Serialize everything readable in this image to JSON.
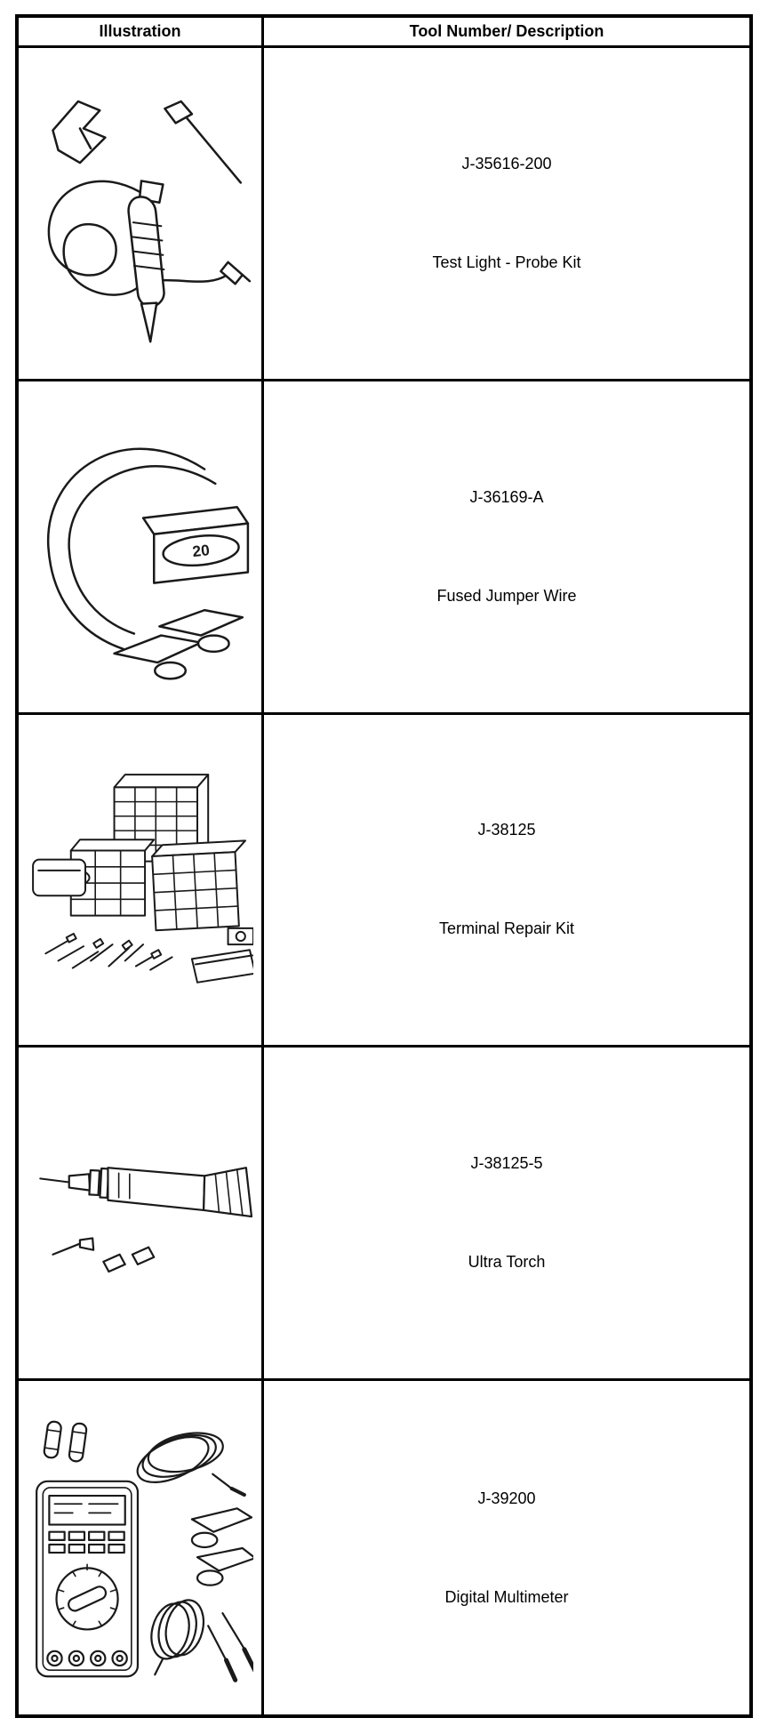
{
  "colors": {
    "background": "#ffffff",
    "border": "#000000",
    "text": "#000000",
    "line_art": "#1a1a1a"
  },
  "table": {
    "headers": [
      "Illustration",
      "Tool Number/ Description"
    ],
    "rows": [
      {
        "tool_number": "J-35616-200",
        "description": "Test Light - Probe Kit",
        "illustration": "test-light-probe-kit"
      },
      {
        "tool_number": "J-36169-A",
        "description": "Fused Jumper Wire",
        "illustration": "fused-jumper-wire"
      },
      {
        "tool_number": "J-38125",
        "description": "Terminal Repair Kit",
        "illustration": "terminal-repair-kit"
      },
      {
        "tool_number": "J-38125-5",
        "description": "Ultra Torch",
        "illustration": "ultra-torch"
      },
      {
        "tool_number": "J-39200",
        "description": "Digital Multimeter",
        "illustration": "digital-multimeter"
      }
    ],
    "fuse_amp_label": "20"
  }
}
